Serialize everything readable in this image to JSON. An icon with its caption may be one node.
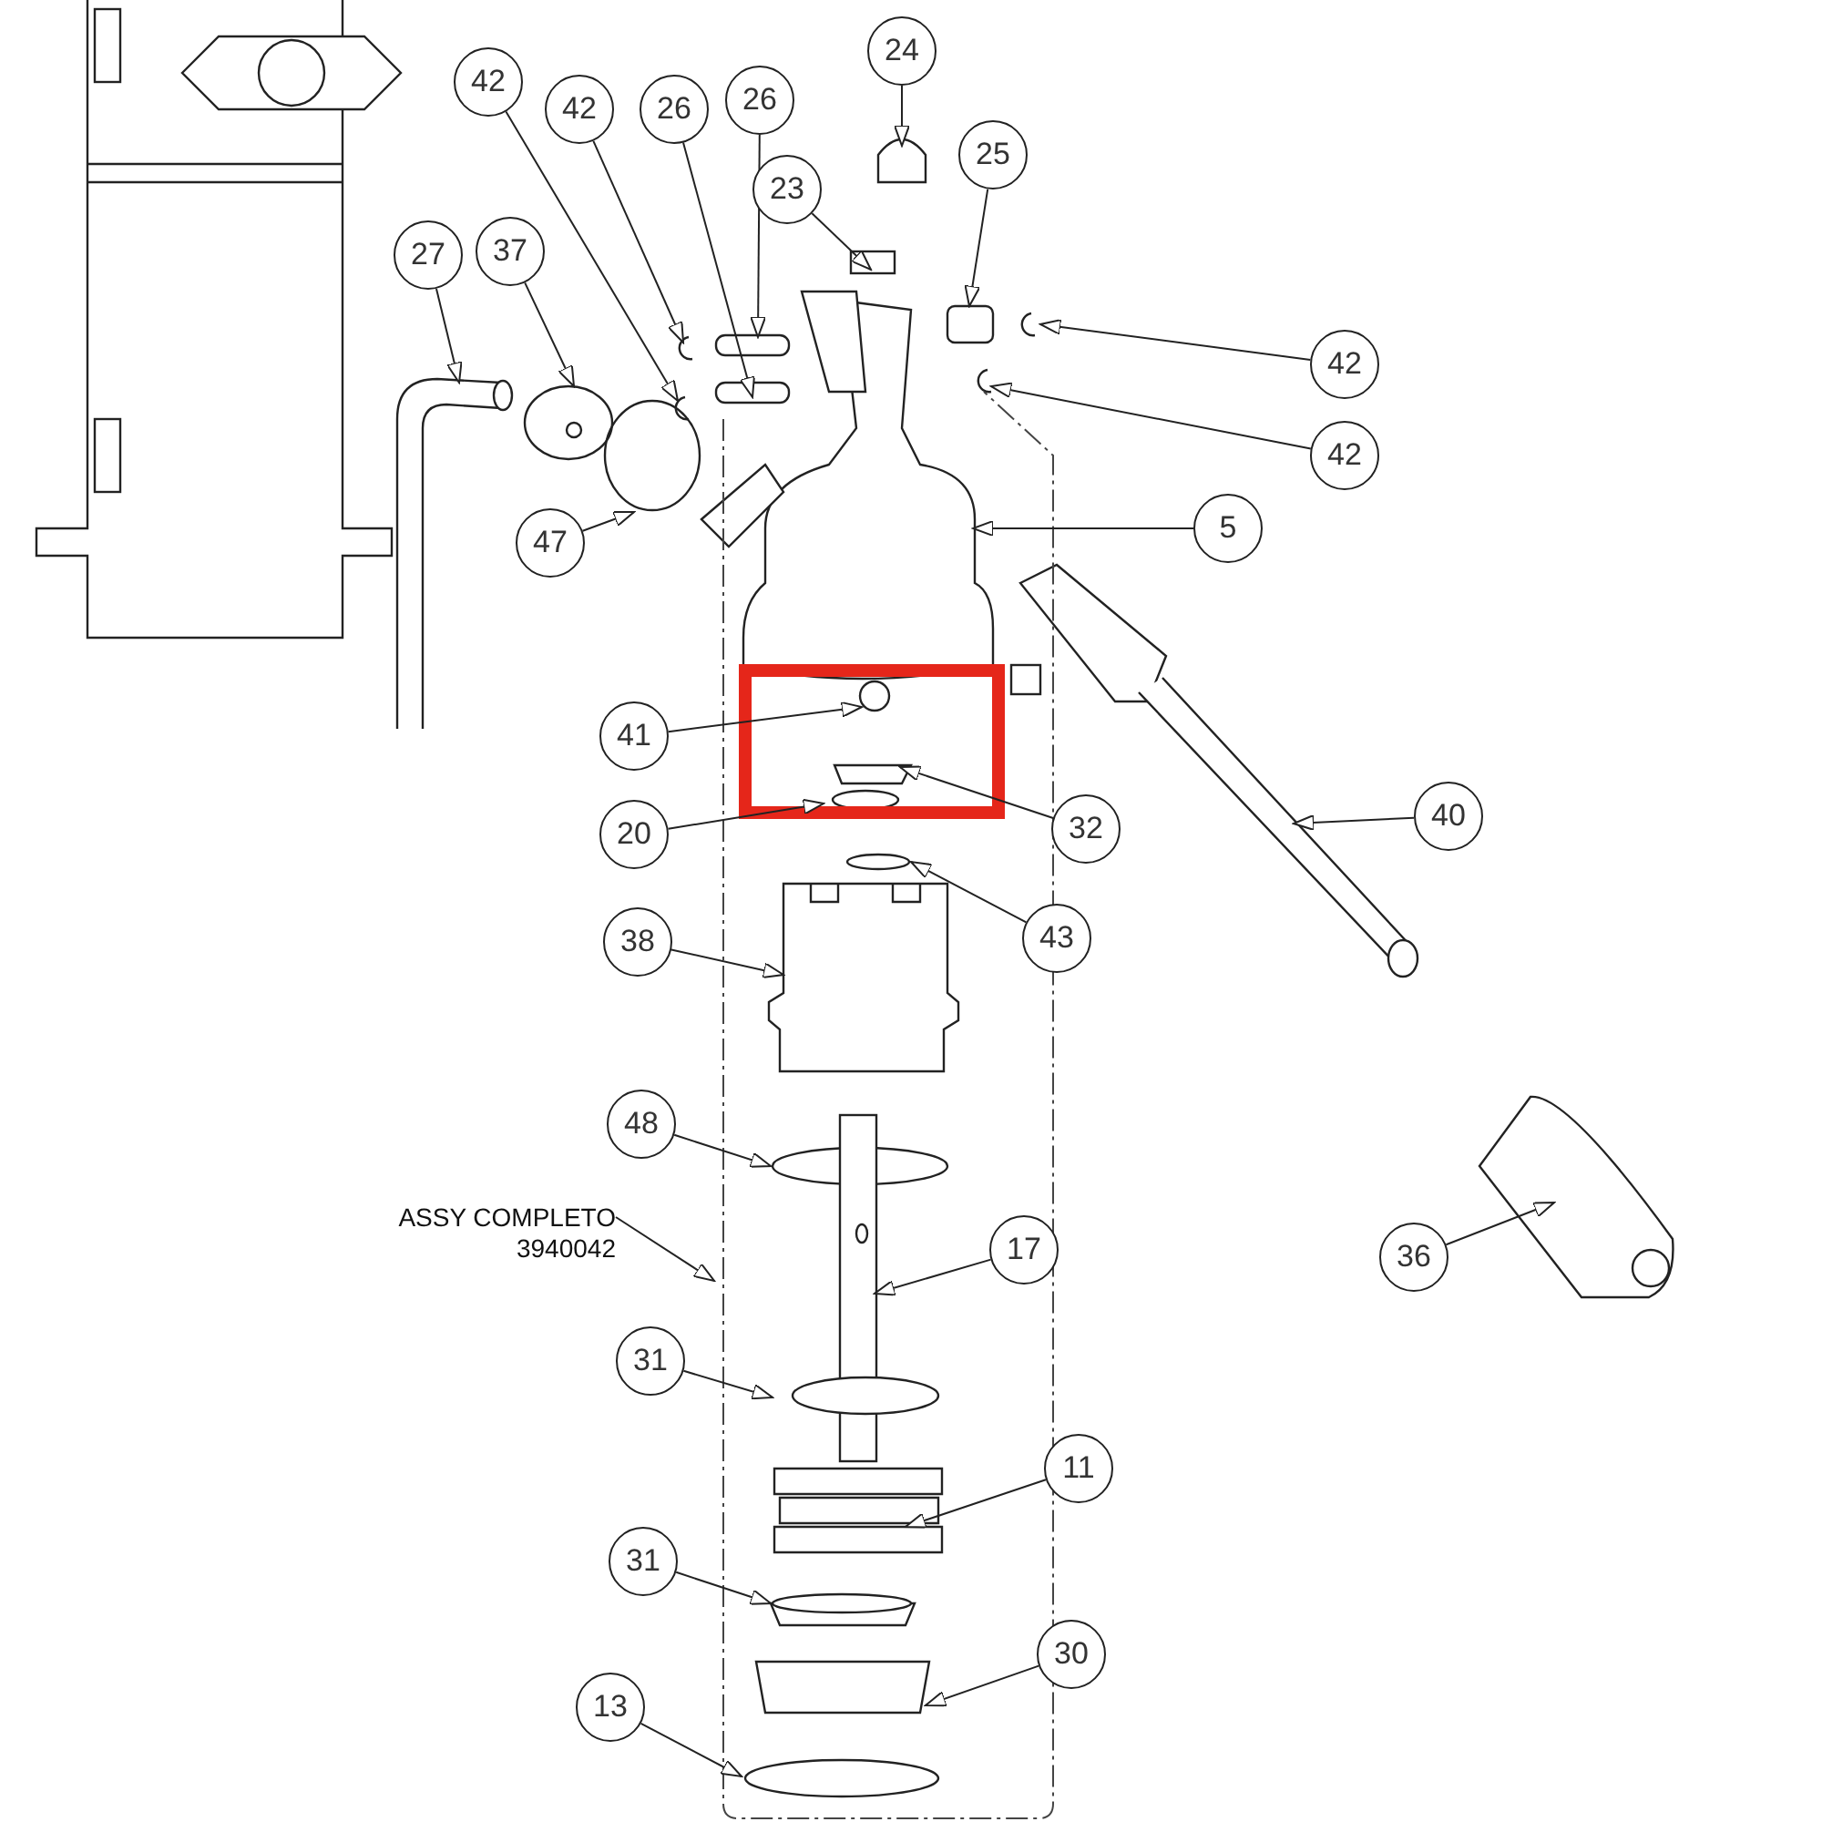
{
  "diagram": {
    "nodes": [
      {
        "text": [
          "42"
        ]
      },
      {
        "text": [
          "42"
        ]
      },
      {
        "text": [
          "26"
        ]
      },
      {
        "text": [
          "26"
        ]
      },
      {
        "text": [
          "24"
        ]
      },
      {
        "text": [
          "23"
        ]
      },
      {
        "text": [
          "25"
        ]
      },
      {
        "text": [
          "42"
        ]
      },
      {
        "text": [
          "42"
        ]
      },
      {
        "text": [
          "27"
        ]
      },
      {
        "text": [
          "37"
        ]
      },
      {
        "text": [
          "47"
        ]
      },
      {
        "text": [
          "5"
        ]
      },
      {
        "text": [
          "41"
        ]
      },
      {
        "text": [
          "32"
        ]
      },
      {
        "text": [
          "20"
        ]
      },
      {
        "text": [
          "43"
        ]
      },
      {
        "text": [
          "40"
        ]
      },
      {
        "text": [
          "38"
        ]
      },
      {
        "text": [
          "48"
        ]
      },
      {
        "text": [
          "17"
        ]
      },
      {
        "text": [
          "36"
        ]
      },
      {
        "text": [
          "31"
        ]
      },
      {
        "text": [
          "11"
        ]
      },
      {
        "text": [
          "31"
        ]
      },
      {
        "text": [
          "30"
        ]
      },
      {
        "text": [
          "13"
        ]
      },
      {
        "text": [
          "ASSY COMPLETO 3940042"
        ]
      }
    ],
    "edges": [
      {
        "from": 0,
        "to": null,
        "arrow": "to"
      },
      {
        "from": 1,
        "to": null,
        "arrow": "to"
      },
      {
        "from": 2,
        "to": null,
        "arrow": "to"
      },
      {
        "from": 3,
        "to": null,
        "arrow": "to"
      },
      {
        "from": 4,
        "to": null,
        "arrow": "to"
      },
      {
        "from": 5,
        "to": null,
        "arrow": "to"
      },
      {
        "from": 6,
        "to": null,
        "arrow": "to"
      },
      {
        "from": 7,
        "to": null,
        "arrow": "to"
      },
      {
        "from": 8,
        "to": null,
        "arrow": "to"
      },
      {
        "from": 9,
        "to": null,
        "arrow": "to"
      },
      {
        "from": 10,
        "to": null,
        "arrow": "to"
      },
      {
        "from": 11,
        "to": null,
        "arrow": "to"
      },
      {
        "from": 12,
        "to": null,
        "arrow": "to"
      },
      {
        "from": 13,
        "to": null,
        "arrow": "to"
      },
      {
        "from": 14,
        "to": null,
        "arrow": "to"
      },
      {
        "from": 15,
        "to": null,
        "arrow": "to"
      },
      {
        "from": 16,
        "to": null,
        "arrow": "to"
      },
      {
        "from": 17,
        "to": null,
        "arrow": "to"
      },
      {
        "from": 18,
        "to": null,
        "arrow": "to"
      },
      {
        "from": 19,
        "to": null,
        "arrow": "to"
      },
      {
        "from": 20,
        "to": null,
        "arrow": "to"
      },
      {
        "from": 21,
        "to": null,
        "arrow": "to"
      },
      {
        "from": 22,
        "to": null,
        "arrow": "to"
      },
      {
        "from": 23,
        "to": null,
        "arrow": "to"
      },
      {
        "from": 24,
        "to": null,
        "arrow": "to"
      },
      {
        "from": 25,
        "to": null,
        "arrow": "to"
      },
      {
        "from": 26,
        "to": null,
        "arrow": "to"
      },
      {
        "from": 27,
        "to": null,
        "arrow": "to"
      }
    ]
  }
}
